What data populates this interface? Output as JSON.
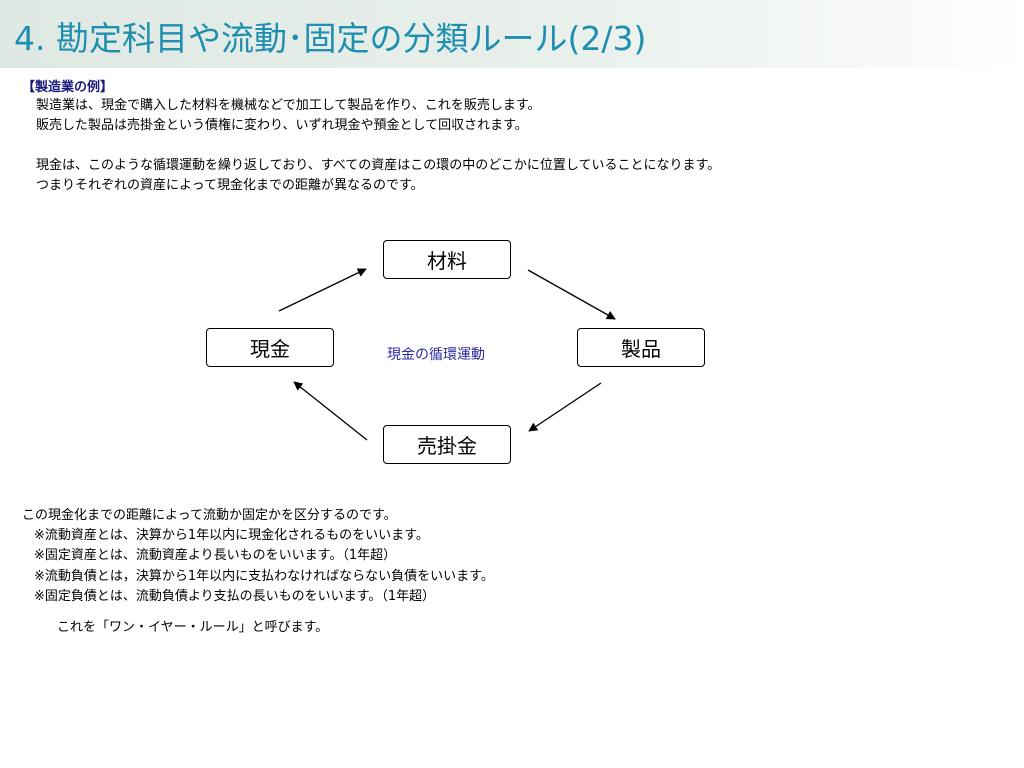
{
  "title": "4. 勘定科目や流動･固定の分類ルール(2/3)",
  "section_heading": "【製造業の例】",
  "intro": [
    "製造業は、現金で購入した材料を機械などで加工して製品を作り、これを販売します。",
    "販売した製品は売掛金という債権に変わり、いずれ現金や預金として回収されます。",
    "現金は、このような循環運動を繰り返しており、すべての資産はこの環の中のどこかに位置していることになります。",
    "つまりそれぞれの資産によって現金化までの距離が異なるのです。"
  ],
  "diagram": {
    "top": "材料",
    "right": "製品",
    "bottom": "売掛金",
    "left": "現金",
    "center": "現金の循環運動"
  },
  "explanation": {
    "lead": "この現金化までの距離によって流動か固定かを区分するのです。",
    "notes": [
      "※流動資産とは、決算から1年以内に現金化されるものをいいます。",
      "※固定資産とは、流動資産より長いものをいいます。（1年超）",
      "※流動負債とは，決算から1年以内に支払わなければならない負債をいいます。",
      "※固定負債とは、流動負債より支払の長いものをいいます。（1年超）"
    ],
    "closing": "これを「ワン・イヤー・ルール」と呼びます。"
  }
}
